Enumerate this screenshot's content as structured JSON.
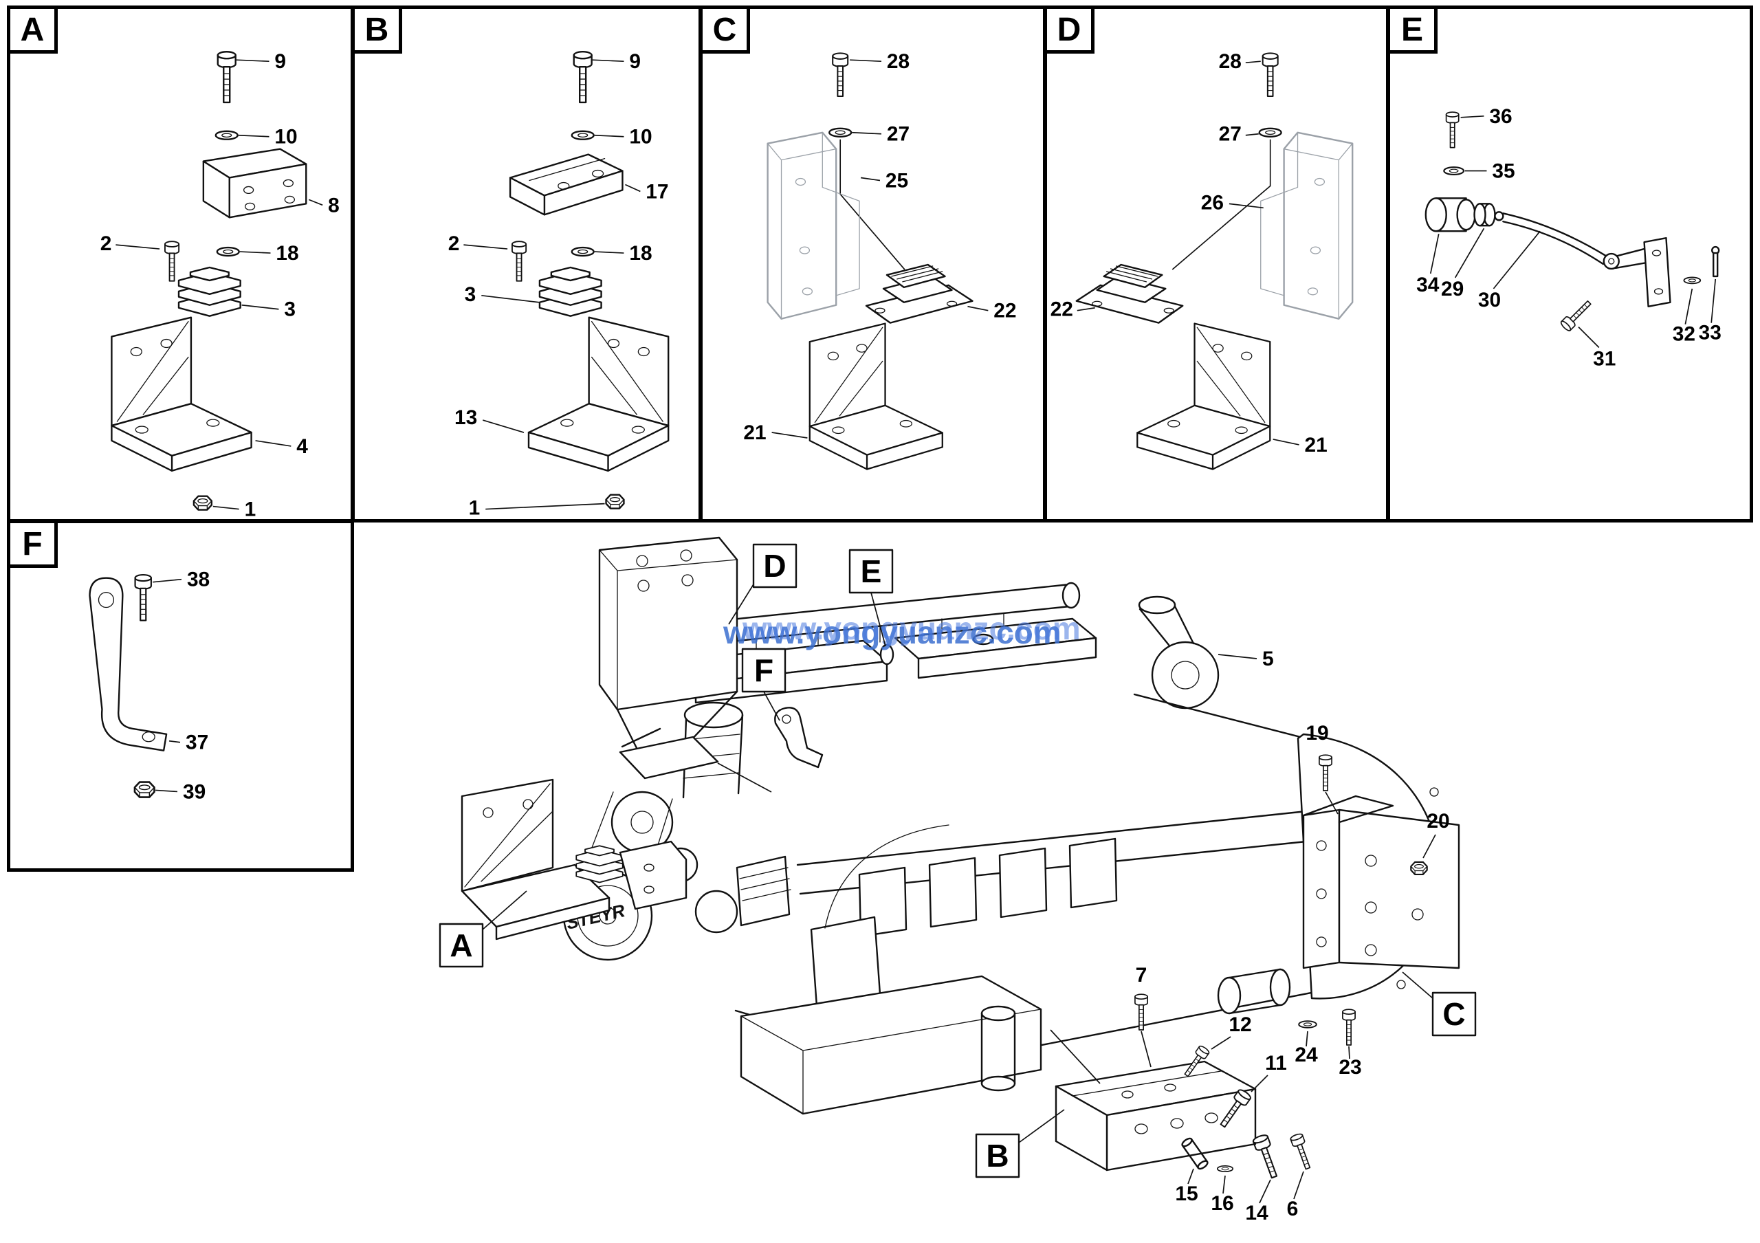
{
  "colors": {
    "line": "#111111",
    "ghost_part": "#9ba1a8",
    "watermark": "#3b6fd0",
    "panel_border": "#000000"
  },
  "watermark": {
    "text": "www.yongyuanzc.com"
  },
  "engine": {
    "brand_text": "STEYR"
  },
  "panels": [
    {
      "letter": "A",
      "labels": [
        "9",
        "10",
        "8",
        "2",
        "18",
        "3",
        "4",
        "1"
      ]
    },
    {
      "letter": "B",
      "labels": [
        "9",
        "10",
        "17",
        "2",
        "18",
        "3",
        "13",
        "1"
      ]
    },
    {
      "letter": "C",
      "labels": [
        "28",
        "27",
        "25",
        "22",
        "21"
      ]
    },
    {
      "letter": "D",
      "labels": [
        "28",
        "27",
        "26",
        "22",
        "21"
      ]
    },
    {
      "letter": "E",
      "labels": [
        "36",
        "35",
        "34",
        "29",
        "30",
        "31",
        "32",
        "33"
      ]
    },
    {
      "letter": "F",
      "labels": [
        "38",
        "37",
        "39"
      ]
    }
  ],
  "main_view": {
    "callouts": [
      {
        "letter": "D"
      },
      {
        "letter": "E"
      },
      {
        "letter": "F"
      },
      {
        "letter": "A"
      },
      {
        "letter": "B"
      },
      {
        "letter": "C"
      }
    ],
    "part_labels": [
      "5",
      "19",
      "20",
      "7",
      "12",
      "11",
      "24",
      "23",
      "15",
      "16",
      "14",
      "6"
    ]
  }
}
